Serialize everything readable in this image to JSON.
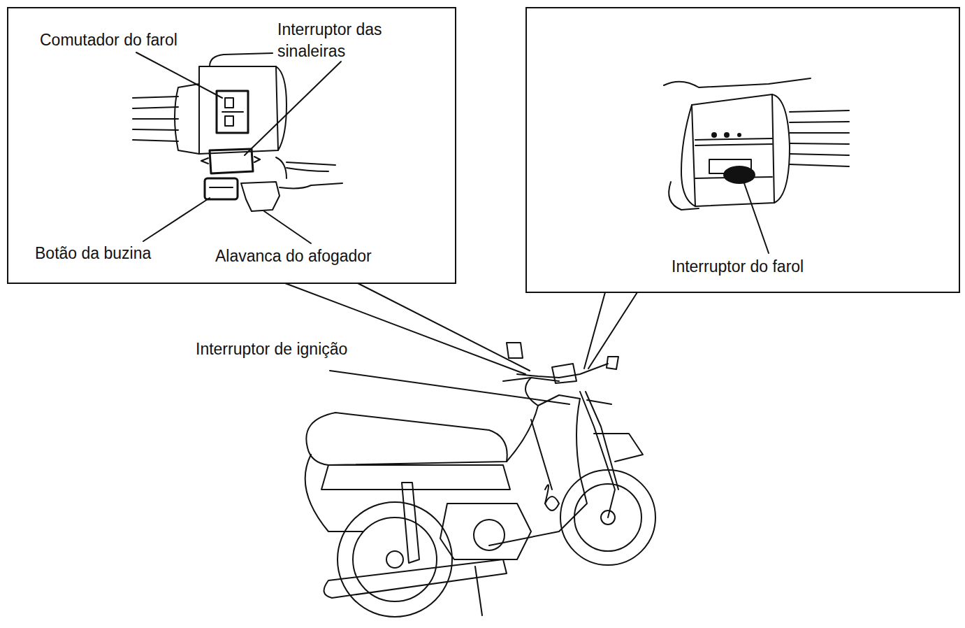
{
  "diagram": {
    "nodes": [
      {
        "text": [
          "Comutador do farol",
          "Interruptor das sinaleiras",
          "Botão da buzina",
          "Alavanca do afogador"
        ]
      },
      {
        "text": [
          "Interruptor do farol"
        ]
      }
    ],
    "labels": [
      "Interruptor de ignição"
    ]
  }
}
